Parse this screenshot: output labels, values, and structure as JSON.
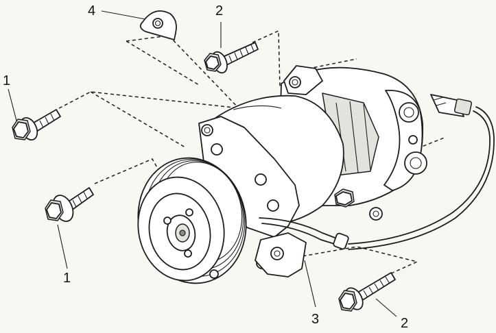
{
  "figure": {
    "callouts": [
      {
        "id": "bolt-upper-left",
        "number": "1"
      },
      {
        "id": "bolt-lower-left",
        "number": "1"
      },
      {
        "id": "bolt-top",
        "number": "2"
      },
      {
        "id": "bolt-bottom-right",
        "number": "2"
      },
      {
        "id": "compressor",
        "number": "3"
      },
      {
        "id": "bracket-plate",
        "number": "4"
      }
    ]
  }
}
